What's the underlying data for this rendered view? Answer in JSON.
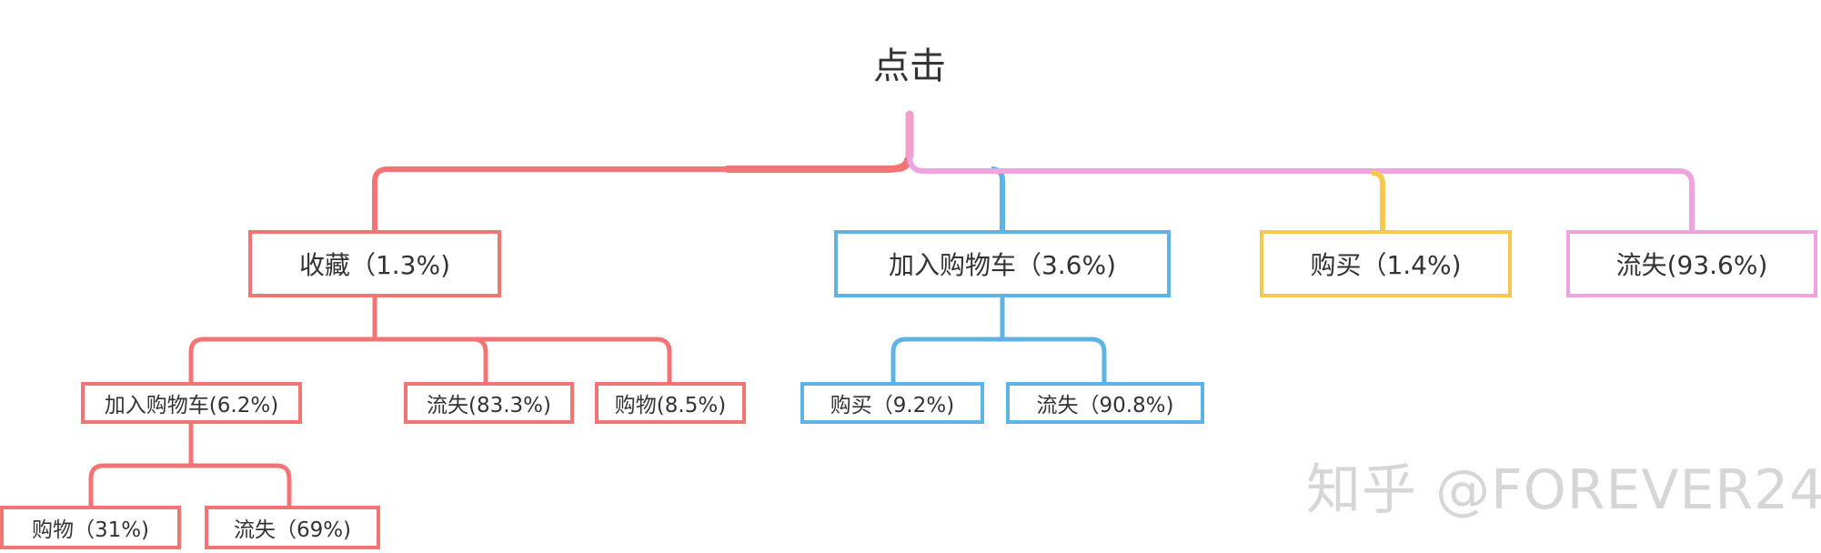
{
  "root": {
    "label": "点击"
  },
  "level1": [
    {
      "id": "favorite",
      "label": "收藏（1.3%)",
      "color": "#F27474"
    },
    {
      "id": "add_cart",
      "label": "加入购物车（3.6%)",
      "color": "#5DB3E3"
    },
    {
      "id": "buy",
      "label": "购买（1.4%)",
      "color": "#F5C94F"
    },
    {
      "id": "churn",
      "label": "流失(93.6%)",
      "color": "#EEA5DF"
    }
  ],
  "favorite_children": [
    {
      "id": "fav_add_cart",
      "label": "加入购物车(6.2%)"
    },
    {
      "id": "fav_churn",
      "label": "流失(83.3%)"
    },
    {
      "id": "fav_buy",
      "label": "购物(8.5%)"
    }
  ],
  "fav_add_cart_children": [
    {
      "id": "fav_cart_buy",
      "label": "购物（31%)"
    },
    {
      "id": "fav_cart_churn",
      "label": "流失（69%)"
    }
  ],
  "add_cart_children": [
    {
      "id": "cart_buy",
      "label": "购买（9.2%)"
    },
    {
      "id": "cart_churn",
      "label": "流失（90.8%)"
    }
  ],
  "watermark": "知乎 @FOREVER24"
}
